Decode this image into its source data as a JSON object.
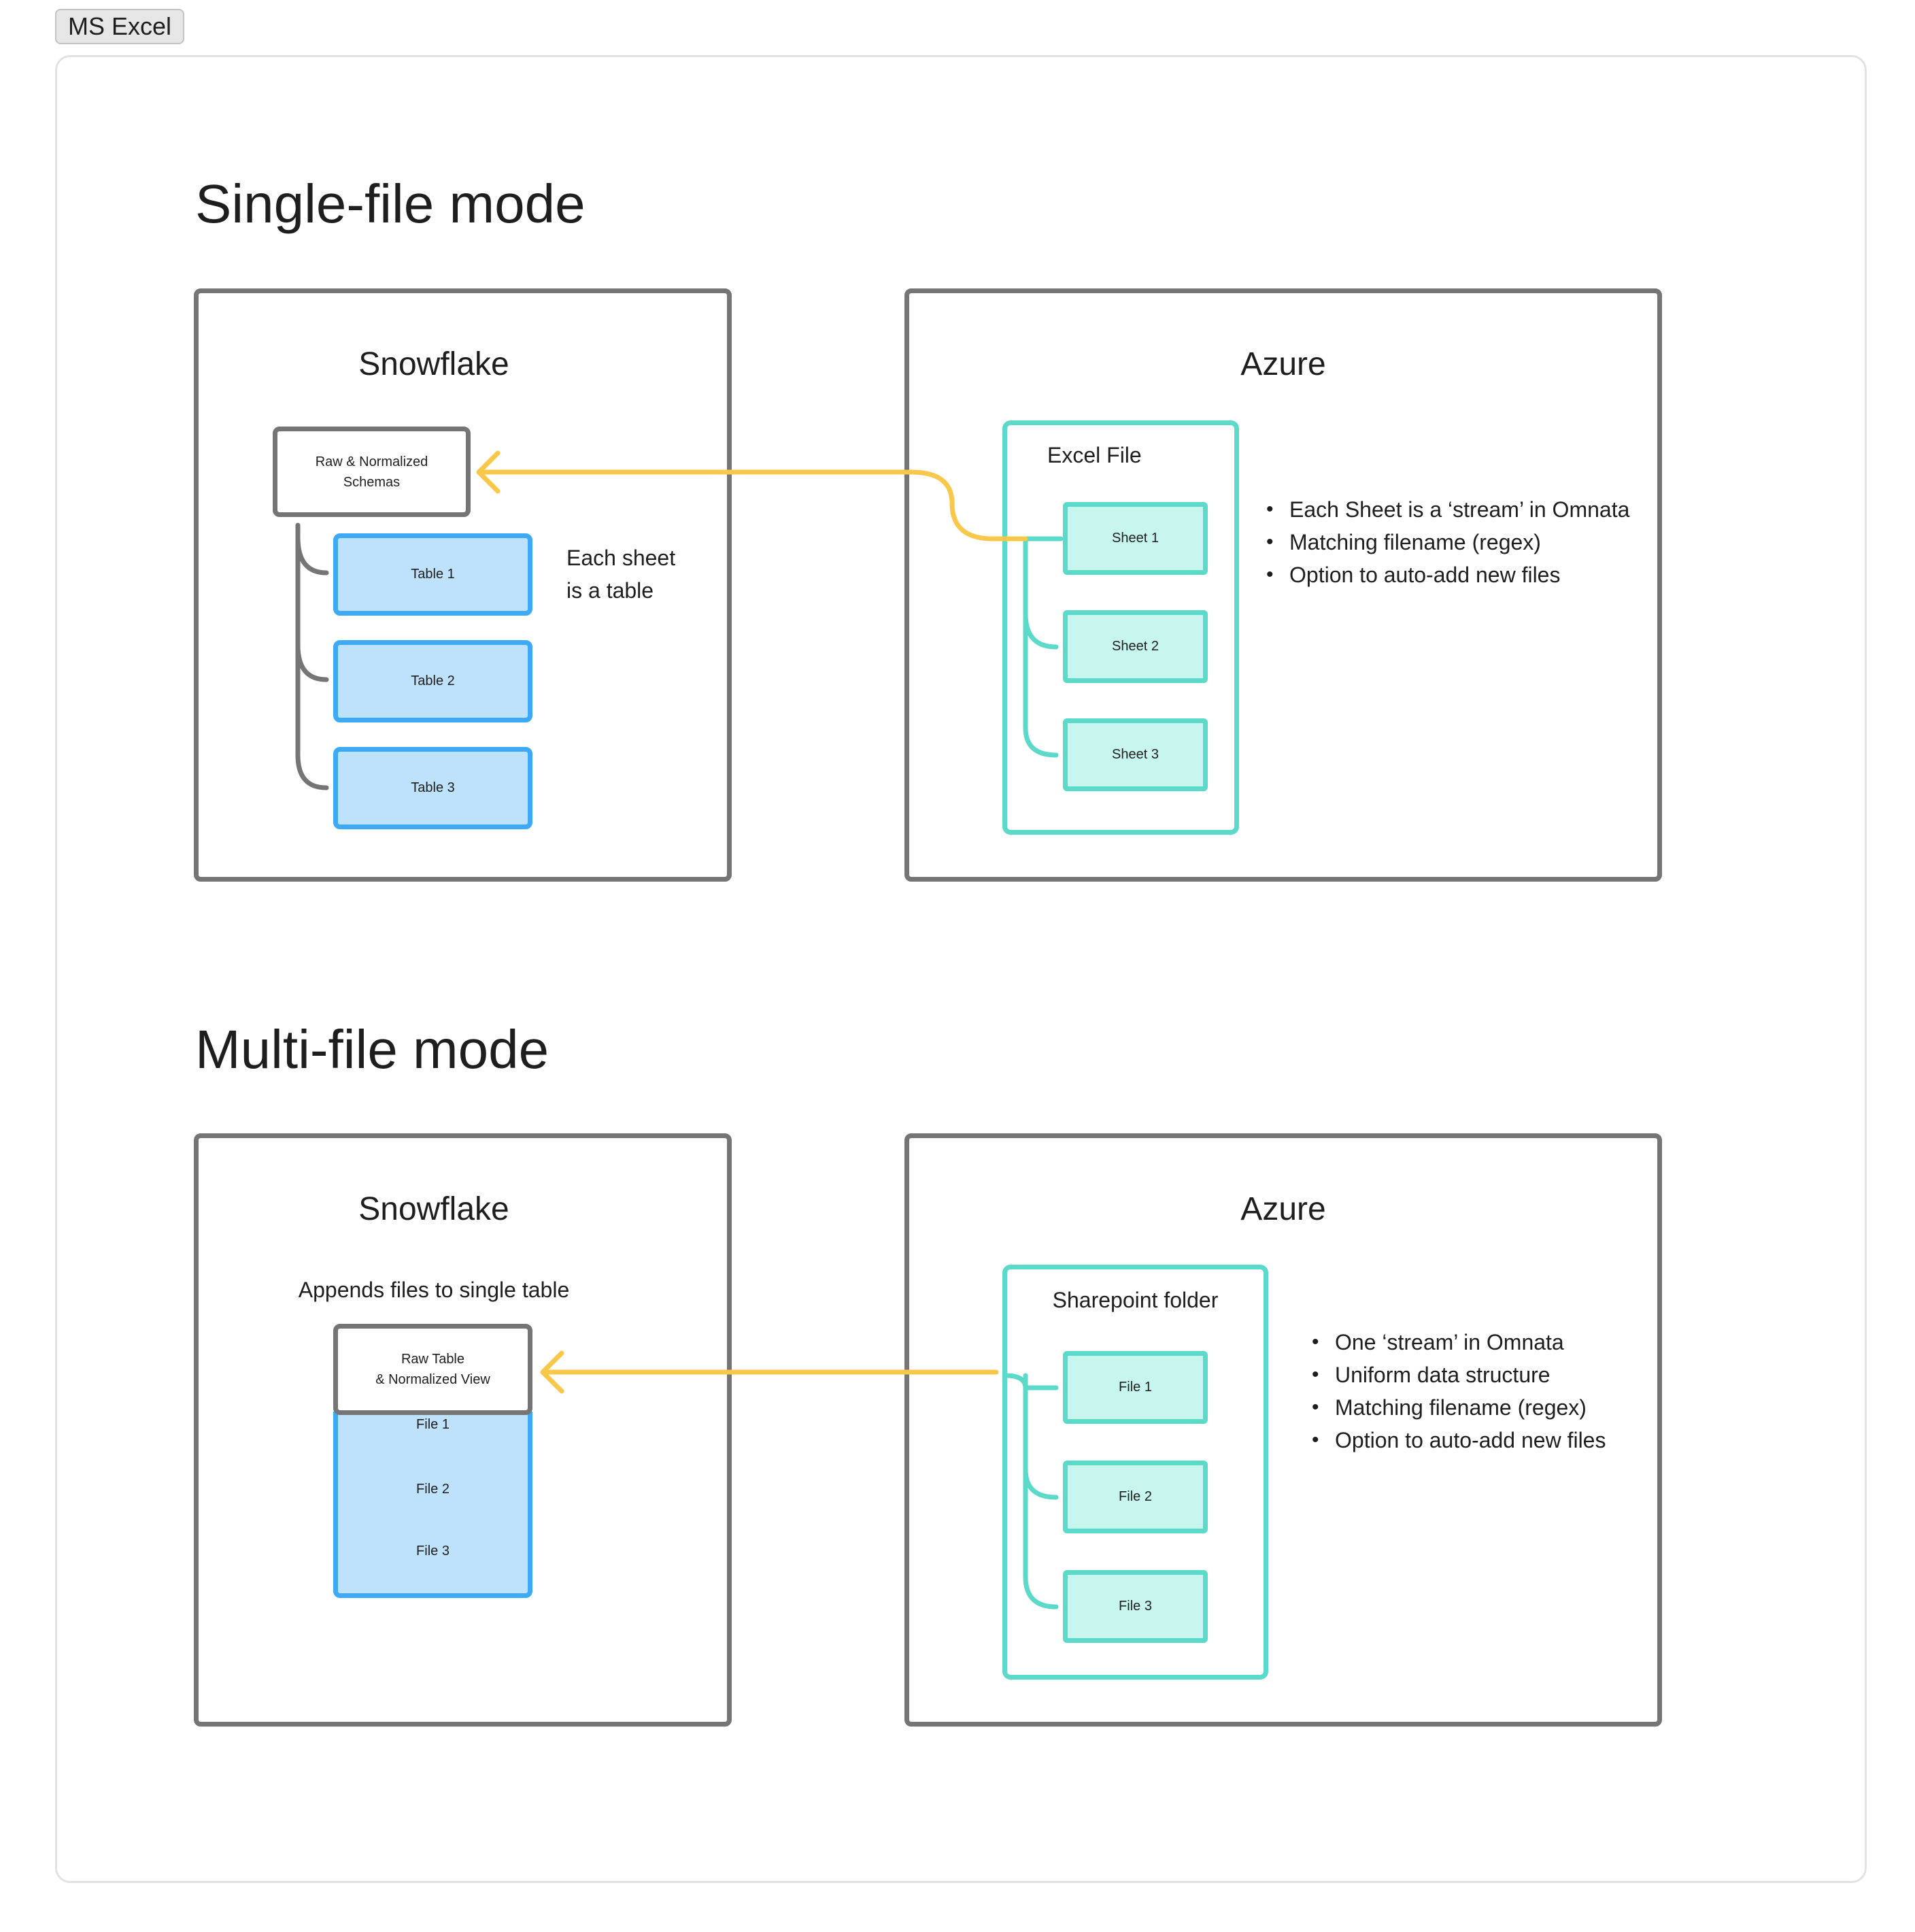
{
  "tag": "MS Excel",
  "single": {
    "heading": "Single-file mode",
    "snowflake": {
      "title": "Snowflake",
      "schema_box": "Raw & Normalized\nSchemas",
      "tables": [
        "Table 1",
        "Table 2",
        "Table 3"
      ],
      "note": [
        "Each sheet",
        "is a table"
      ]
    },
    "azure": {
      "title": "Azure",
      "container_label": "Excel File",
      "sheets": [
        "Sheet 1",
        "Sheet 2",
        "Sheet 3"
      ],
      "bullets": [
        "Each Sheet is a ‘stream’ in Omnata",
        "Matching filename (regex)",
        "Option to auto-add new files"
      ]
    }
  },
  "multi": {
    "heading": "Multi-file mode",
    "snowflake": {
      "title": "Snowflake",
      "subtitle": "Appends files to single table",
      "raw_box": "Raw Table\n& Normalized View",
      "files": [
        "File 1",
        "File 2",
        "File 3"
      ]
    },
    "azure": {
      "title": "Azure",
      "container_label": "Sharepoint folder",
      "files": [
        "File 1",
        "File 2",
        "File 3"
      ],
      "bullets": [
        "One ‘stream’ in Omnata",
        "Uniform data structure",
        "Matching filename (regex)",
        "Option to auto-add new files"
      ]
    }
  },
  "colors": {
    "panel_border": "#757575",
    "table_fill": "#bfe2fc",
    "table_border": "#3eaaf5",
    "teal_fill": "#c7f6ef",
    "teal_border": "#5bd9c9",
    "arrow": "#f9c84a"
  }
}
